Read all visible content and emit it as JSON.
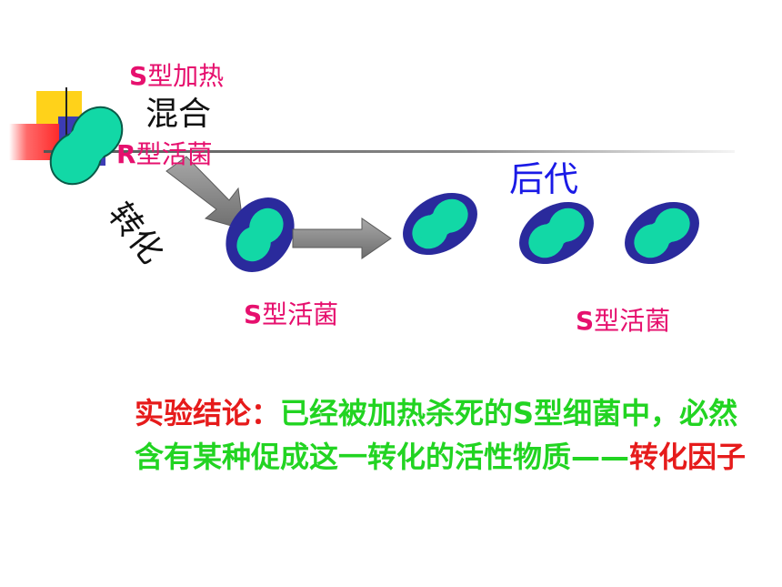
{
  "labels": {
    "s_heat_prefix": "S",
    "s_heat_rest": "型加热",
    "mix": "混合",
    "r_prefix": "R",
    "r_rest": "型活菌",
    "transform_vertical": "转化",
    "offspring": "后代",
    "s_live_1_prefix": "S",
    "s_live_1_rest": "型活菌",
    "s_live_2_prefix": "S",
    "s_live_2_rest": "型活菌"
  },
  "conclusion": {
    "head": "实验结论：",
    "body": "已经被加热杀死的S型细菌中，必然含有某种促成这一转化的活性物质——",
    "tail": "转化因子"
  },
  "colors": {
    "bacteria_fill": "#12d8a6",
    "capsule": "#2a2a9c",
    "pink_label": "#e6106e",
    "offspring_label": "#1a1ae6",
    "conclusion_green": "#22d422",
    "conclusion_red": "#e61b1b"
  }
}
